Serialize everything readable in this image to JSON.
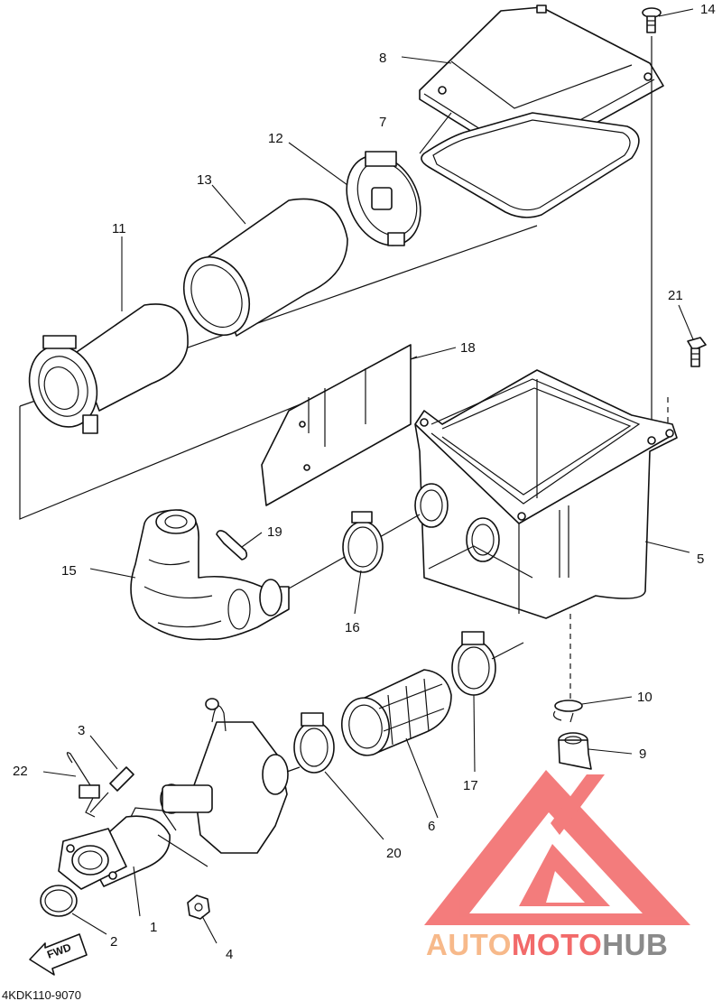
{
  "callouts": [
    "1",
    "2",
    "3",
    "4",
    "5",
    "6",
    "7",
    "8",
    "9",
    "10",
    "11",
    "12",
    "13",
    "14",
    "15",
    "16",
    "17",
    "18",
    "19",
    "20",
    "21",
    "22"
  ],
  "fwd_label": "FWD",
  "diagram_code": "4KDK110-9070",
  "watermark": {
    "part1": "AUTO",
    "part2": "MOTO",
    "part3": "HUB",
    "color_light": "#f7b98a",
    "color_red": "#f26a6a",
    "color_gray": "#8a8a8a"
  }
}
